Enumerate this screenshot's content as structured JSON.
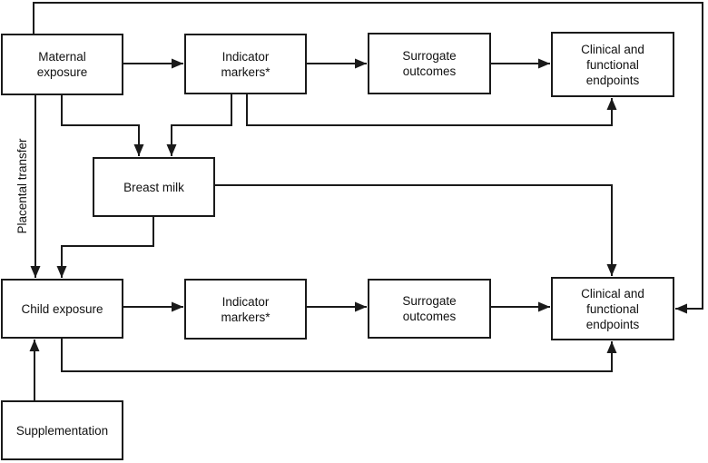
{
  "diagram": {
    "line_color": "#1a1a1a",
    "background_color": "#ffffff",
    "placental_transfer_label": "Placental transfer",
    "nodes": [
      {
        "id": "maternal-exposure",
        "label": "Maternal\nexposure"
      },
      {
        "id": "indicator-markers-top",
        "label": "Indicator\nmarkers*"
      },
      {
        "id": "surrogate-outcomes-top",
        "label": "Surrogate\noutcomes"
      },
      {
        "id": "clinical-endpoints-top",
        "label": "Clinical and\nfunctional\nendpoints"
      },
      {
        "id": "breast-milk",
        "label": "Breast milk"
      },
      {
        "id": "child-exposure",
        "label": "Child exposure"
      },
      {
        "id": "indicator-markers-bottom",
        "label": "Indicator\nmarkers*"
      },
      {
        "id": "surrogate-outcomes-bottom",
        "label": "Surrogate\noutcomes"
      },
      {
        "id": "clinical-endpoints-bottom",
        "label": "Clinical and\nfunctional\nendpoints"
      },
      {
        "id": "supplementation",
        "label": "Supplementation"
      }
    ],
    "edges": [
      {
        "from": "maternal-exposure",
        "to": "indicator-markers-top"
      },
      {
        "from": "indicator-markers-top",
        "to": "surrogate-outcomes-top"
      },
      {
        "from": "surrogate-outcomes-top",
        "to": "clinical-endpoints-top"
      },
      {
        "from": "maternal-exposure",
        "to": "clinical-endpoints-bottom",
        "route": "around top and right edge"
      },
      {
        "from": "maternal-exposure",
        "to": "breast-milk"
      },
      {
        "from": "indicator-markers-top",
        "to": "breast-milk"
      },
      {
        "from": "indicator-markers-top",
        "to": "clinical-endpoints-top",
        "route": "bypass below row"
      },
      {
        "from": "maternal-exposure",
        "to": "child-exposure",
        "label": "Placental transfer"
      },
      {
        "from": "breast-milk",
        "to": "child-exposure"
      },
      {
        "from": "breast-milk",
        "to": "clinical-endpoints-bottom"
      },
      {
        "from": "child-exposure",
        "to": "indicator-markers-bottom"
      },
      {
        "from": "indicator-markers-bottom",
        "to": "surrogate-outcomes-bottom"
      },
      {
        "from": "surrogate-outcomes-bottom",
        "to": "clinical-endpoints-bottom"
      },
      {
        "from": "child-exposure",
        "to": "clinical-endpoints-bottom",
        "route": "bypass below row"
      },
      {
        "from": "supplementation",
        "to": "child-exposure"
      }
    ]
  }
}
